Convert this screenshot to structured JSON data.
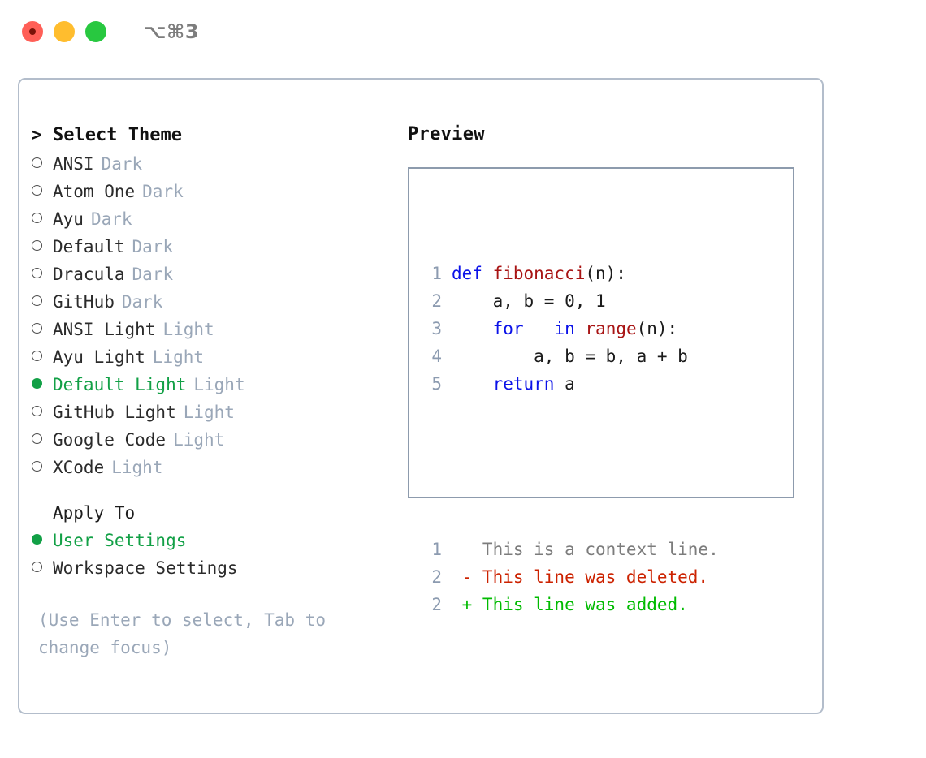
{
  "titlebar": {
    "shortcut": "⌥⌘3",
    "buttons": [
      {
        "name": "close",
        "color": "#ff5f57"
      },
      {
        "name": "minimize",
        "color": "#ffbd2e"
      },
      {
        "name": "maximize",
        "color": "#28c840"
      }
    ]
  },
  "theme_panel": {
    "heading": "Select Theme",
    "heading_marker": ">",
    "items": [
      {
        "marker": "○",
        "label": "ANSI",
        "tag": "Dark",
        "selected": false
      },
      {
        "marker": "○",
        "label": "Atom One",
        "tag": "Dark",
        "selected": false
      },
      {
        "marker": "○",
        "label": "Ayu",
        "tag": "Dark",
        "selected": false
      },
      {
        "marker": "○",
        "label": "Default",
        "tag": "Dark",
        "selected": false
      },
      {
        "marker": "○",
        "label": "Dracula",
        "tag": "Dark",
        "selected": false
      },
      {
        "marker": "○",
        "label": "GitHub",
        "tag": "Dark",
        "selected": false
      },
      {
        "marker": "○",
        "label": "ANSI Light",
        "tag": "Light",
        "selected": false
      },
      {
        "marker": "○",
        "label": "Ayu Light",
        "tag": "Light",
        "selected": false
      },
      {
        "marker": "●",
        "label": "Default Light",
        "tag": "Light",
        "selected": true
      },
      {
        "marker": "○",
        "label": "GitHub Light",
        "tag": "Light",
        "selected": false
      },
      {
        "marker": "○",
        "label": "Google Code",
        "tag": "Light",
        "selected": false
      },
      {
        "marker": "○",
        "label": "XCode",
        "tag": "Light",
        "selected": false
      }
    ]
  },
  "apply_to": {
    "heading": "Apply To",
    "items": [
      {
        "marker": "●",
        "label": "User Settings",
        "selected": true
      },
      {
        "marker": "○",
        "label": "Workspace Settings",
        "selected": false
      }
    ]
  },
  "hint": "(Use Enter to select, Tab to change focus)",
  "preview": {
    "title": "Preview",
    "code_lines": [
      {
        "no": "1",
        "tokens": [
          {
            "t": "def ",
            "c": "kw"
          },
          {
            "t": "fibonacci",
            "c": "fn"
          },
          {
            "t": "(n):",
            "c": "plain"
          }
        ]
      },
      {
        "no": "2",
        "tokens": [
          {
            "t": "    a, b = 0, 1",
            "c": "plain"
          }
        ]
      },
      {
        "no": "3",
        "tokens": [
          {
            "t": "    ",
            "c": "plain"
          },
          {
            "t": "for",
            "c": "kw"
          },
          {
            "t": " _ ",
            "c": "plain"
          },
          {
            "t": "in",
            "c": "kw"
          },
          {
            "t": " ",
            "c": "plain"
          },
          {
            "t": "range",
            "c": "fn"
          },
          {
            "t": "(n):",
            "c": "plain"
          }
        ]
      },
      {
        "no": "4",
        "tokens": [
          {
            "t": "        a, b = b, a + b",
            "c": "plain"
          }
        ]
      },
      {
        "no": "5",
        "tokens": [
          {
            "t": "    ",
            "c": "plain"
          },
          {
            "t": "return",
            "c": "kw"
          },
          {
            "t": " a",
            "c": "plain"
          }
        ]
      }
    ],
    "diff_lines": [
      {
        "no": "1",
        "sign": " ",
        "text": "This is a context line.",
        "kind": "ctx"
      },
      {
        "no": "2",
        "sign": "-",
        "text": "This line was deleted.",
        "kind": "del"
      },
      {
        "no": "2",
        "sign": "+",
        "text": "This line was added.",
        "kind": "add"
      }
    ]
  },
  "colors": {
    "accent_green": "#12a046",
    "muted_blue_gray": "#9aa7b8",
    "keyword_blue": "#0b12e8",
    "function_red": "#a81414",
    "diff_delete": "#cc2200",
    "diff_add": "#00bb00",
    "border": "#b3bdcb",
    "preview_border": "#8d9bad"
  }
}
